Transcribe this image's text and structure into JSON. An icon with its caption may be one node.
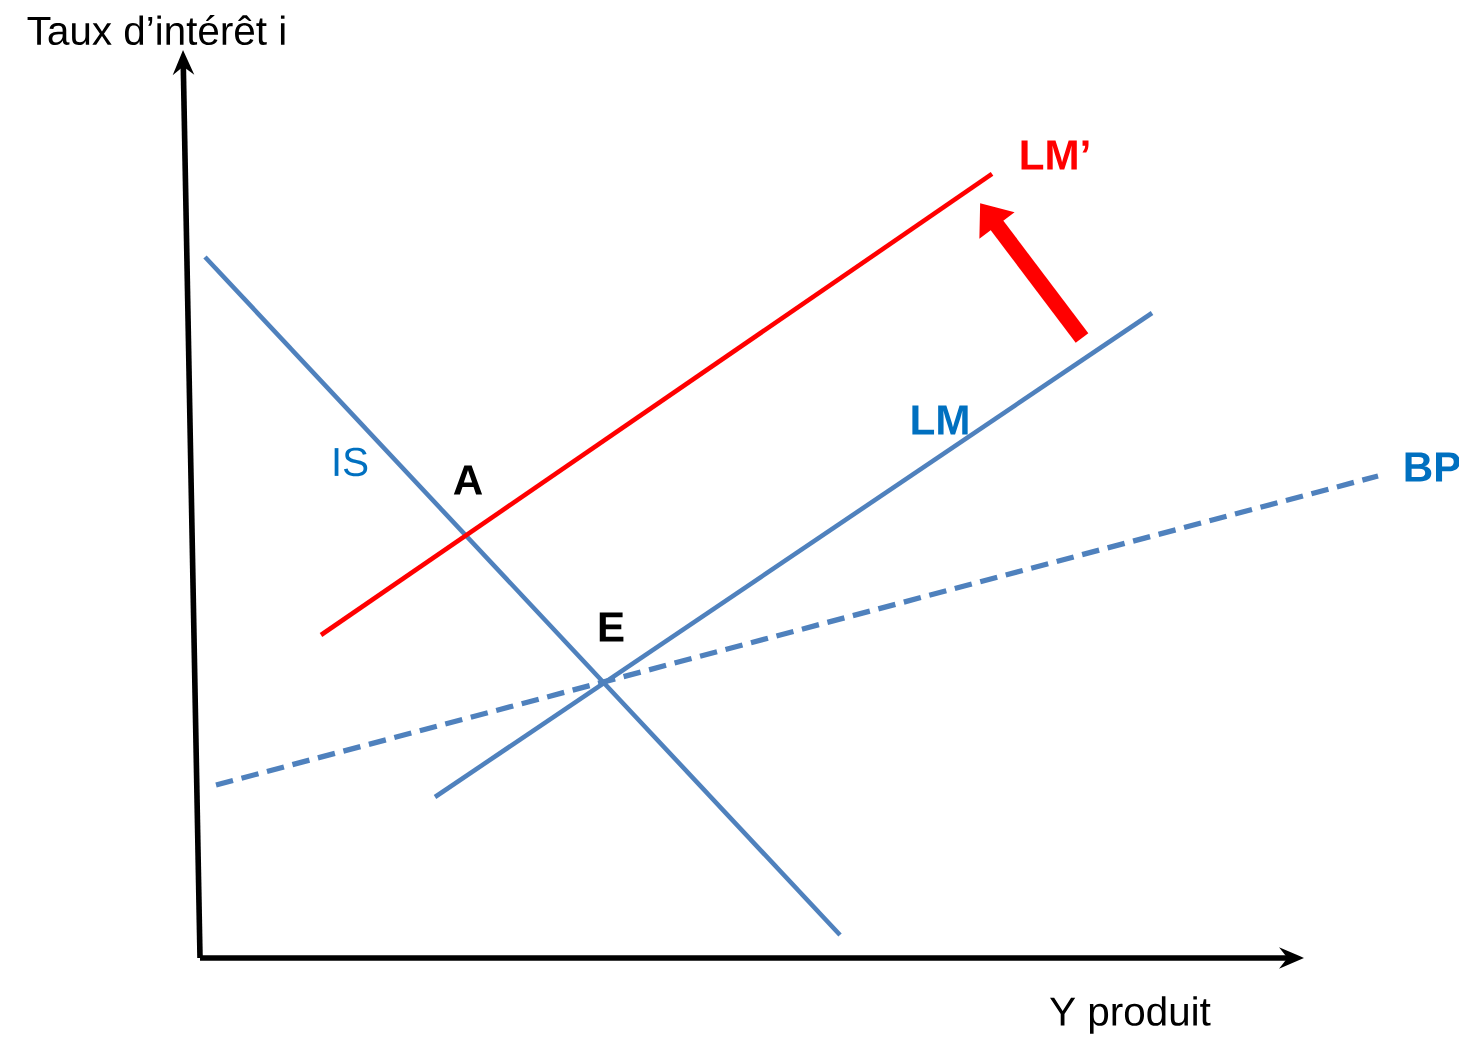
{
  "diagram": {
    "labels": [
      "Taux d’intérêt i",
      "LM’",
      "LM",
      "IS",
      "A",
      "BP",
      "E",
      "Y produit"
    ]
  }
}
